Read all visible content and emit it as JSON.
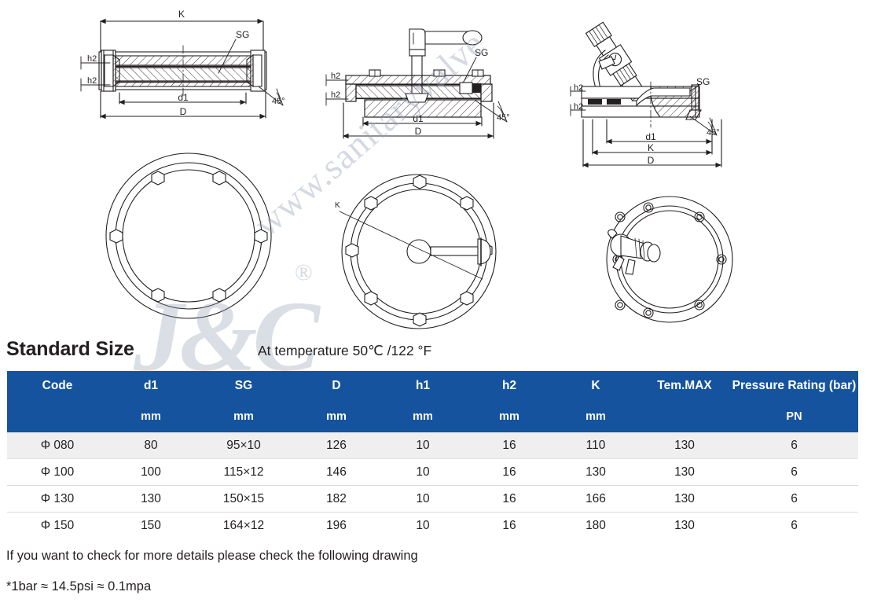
{
  "watermarks": {
    "url": "www.sanitaryvalve",
    "logo": "J&C",
    "registered": "®"
  },
  "drawings": {
    "top_left": {
      "name": "bolted-sight-glass-section",
      "labels": {
        "k": "K",
        "sg": "SG",
        "h2_upper": "h2",
        "h2_lower": "h2",
        "d1": "d1",
        "d": "D",
        "angle": "45°"
      }
    },
    "top_middle": {
      "name": "lever-handle-sight-glass-section",
      "labels": {
        "sg": "SG",
        "h2_upper": "h2",
        "h2_lower": "h2",
        "d1": "d1",
        "d": "D",
        "angle": "45°"
      }
    },
    "top_right": {
      "name": "spray-nozzle-sight-glass-section",
      "labels": {
        "sg": "SG",
        "h2_upper": "h2",
        "h2_lower": "h2",
        "d1": "d1",
        "k": "K",
        "d": "D",
        "angle": "45°"
      }
    },
    "bottom_left": {
      "name": "plain-flange-plan-view",
      "bolt_count": 6,
      "labels": {}
    },
    "bottom_middle": {
      "name": "lever-handle-flange-plan-view",
      "bolt_count": 8,
      "labels": {
        "k": "K"
      }
    },
    "bottom_right": {
      "name": "spray-nozzle-flange-plan-view",
      "bolt_count": 8,
      "labels": {}
    }
  },
  "spec": {
    "title": "Standard Size",
    "temperature_note": "At temperature 50℃ /122 °F",
    "accent_color": "#15539E",
    "alt_row_color": "#efefef",
    "columns": [
      {
        "label": "Code",
        "unit": ""
      },
      {
        "label": "d1",
        "unit": "mm"
      },
      {
        "label": "SG",
        "unit": "mm"
      },
      {
        "label": "D",
        "unit": "mm"
      },
      {
        "label": "h1",
        "unit": "mm"
      },
      {
        "label": "h2",
        "unit": "mm"
      },
      {
        "label": "K",
        "unit": "mm"
      },
      {
        "label": "Tem.MAX",
        "unit": ""
      },
      {
        "label": "Pressure Rating (bar)",
        "unit": "PN"
      }
    ],
    "rows": [
      {
        "code": "Φ 080",
        "d1": "80",
        "sg": "95×10",
        "d": "126",
        "h1": "10",
        "h2": "16",
        "k": "110",
        "tem_max": "130",
        "pn": "6"
      },
      {
        "code": "Φ 100",
        "d1": "100",
        "sg": "115×12",
        "d": "146",
        "h1": "10",
        "h2": "16",
        "k": "130",
        "tem_max": "130",
        "pn": "6"
      },
      {
        "code": "Φ 130",
        "d1": "130",
        "sg": "150×15",
        "d": "182",
        "h1": "10",
        "h2": "16",
        "k": "166",
        "tem_max": "130",
        "pn": "6"
      },
      {
        "code": "Φ 150",
        "d1": "150",
        "sg": "164×12",
        "d": "196",
        "h1": "10",
        "h2": "16",
        "k": "180",
        "tem_max": "130",
        "pn": "6"
      }
    ]
  },
  "footnotes": [
    "If you want to check for more details please check the following drawing",
    "*1bar ≈ 14.5psi ≈ 0.1mpa"
  ]
}
